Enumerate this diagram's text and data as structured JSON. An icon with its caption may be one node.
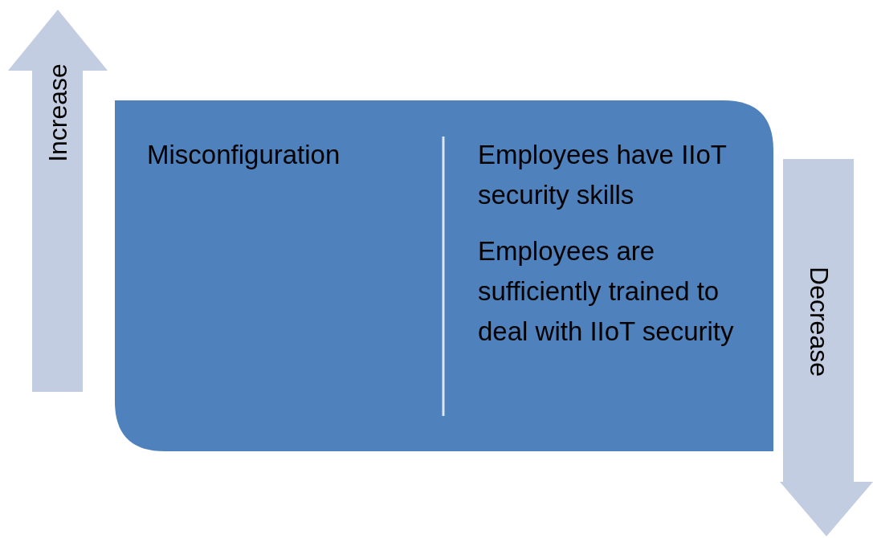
{
  "diagram": {
    "nodes": [
      {
        "text": [
          "Increase"
        ]
      },
      {
        "text": [
          "Misconfiguration",
          "Employees have IIoT security skills",
          "Employees are sufficiently trained to deal with IIoT security"
        ]
      },
      {
        "text": [
          "Decrease"
        ]
      }
    ]
  }
}
